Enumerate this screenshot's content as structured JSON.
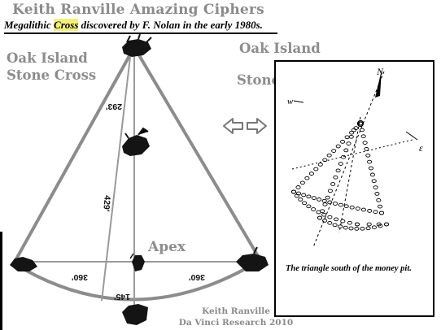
{
  "header": {
    "title": "Keith Ranville Amazing Ciphers",
    "subtitle_pre": "Megalithic ",
    "subtitle_highlight": "Cross",
    "subtitle_post": " discovered by F. Nolan in the early 1980s."
  },
  "cross": {
    "label_line1": "Oak Island",
    "label_line2": "Stone Cross",
    "apex_label": "Apex",
    "measurements": {
      "upper_vertical": "293'",
      "middle_vertical": "429'",
      "left_arm": "360'",
      "right_arm": "360'",
      "lower_vertical": "145'"
    }
  },
  "triangle": {
    "label_line1": "Oak Island",
    "label_line2": "Stone Triangle",
    "compass": {
      "north": "N",
      "west": "w",
      "east": "ε"
    },
    "caption": "The triangle south of the money pit."
  },
  "credit": {
    "line1": "Keith Ranville",
    "line2": "Da Vinci Research 2010"
  },
  "icons": {
    "double_arrow": "left-right-arrow-icon",
    "stone": "stone-icon"
  }
}
